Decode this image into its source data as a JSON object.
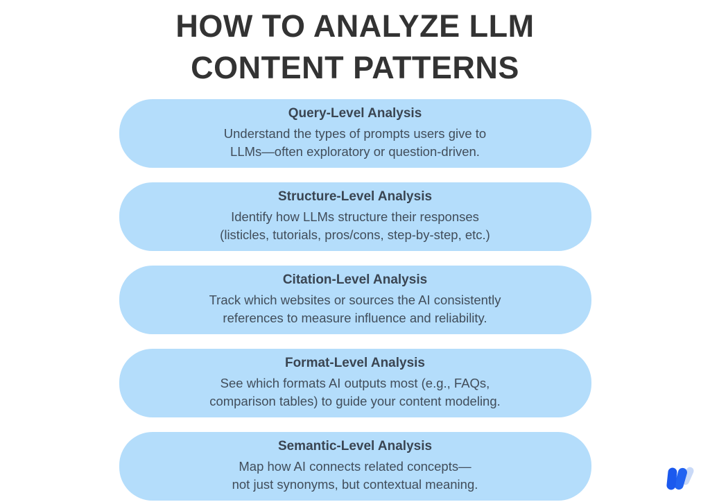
{
  "page": {
    "background": "#ffffff"
  },
  "title": {
    "line1": "HOW TO ANALYZE LLM",
    "line2": "CONTENT PATTERNS",
    "color": "#333333"
  },
  "cards": [
    {
      "heading": "Query-Level Analysis",
      "body": "Understand the types of prompts users give to LLMs—often exploratory or question-driven."
    },
    {
      "heading": "Structure-Level Analysis",
      "body": "Identify how LLMs structure their responses (listicles, tutorials, pros/cons, step-by-step, etc.)"
    },
    {
      "heading": "Citation-Level Analysis",
      "body": "Track which websites or sources the AI consistently references to measure influence and reliability."
    },
    {
      "heading": "Format-Level Analysis",
      "body": "See which formats AI outputs most (e.g., FAQs, comparison tables) to guide your content modeling."
    },
    {
      "heading": "Semantic-Level Analysis",
      "body": "Map how AI connects related concepts—not just synonyms, but contextual meaning."
    }
  ],
  "card_style": {
    "background": "#b4ddfb",
    "heading_color": "#3a4552",
    "body_color": "#414d5a"
  },
  "logo": {
    "name": "brand-w-logo",
    "color_primary": "#1b59ee",
    "color_secondary": "#2263f1",
    "color_light": "#c9d9f7"
  }
}
